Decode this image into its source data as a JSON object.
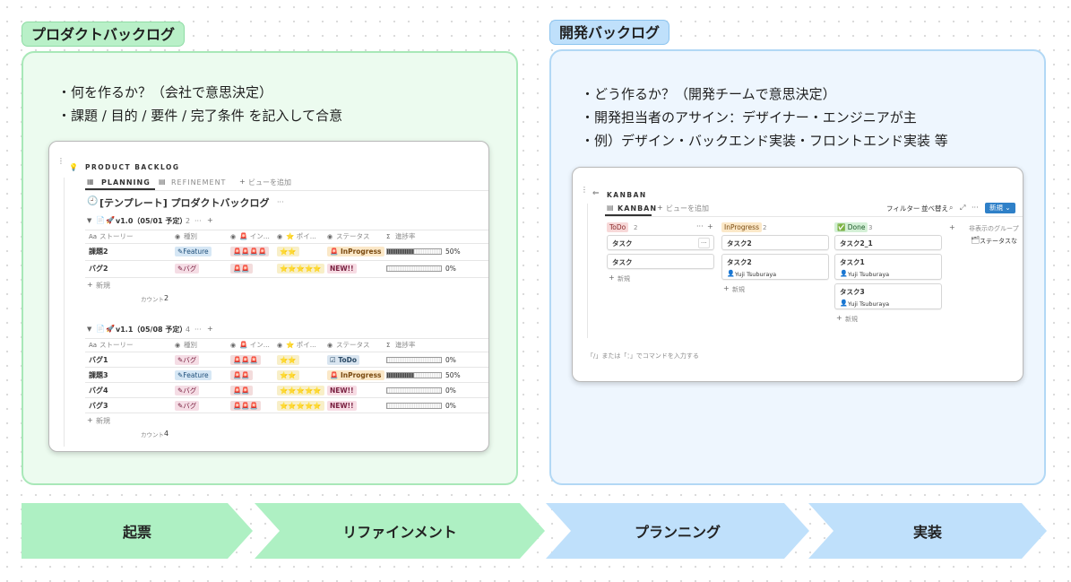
{
  "product": {
    "tag": "プロダクトバックログ",
    "bullets": [
      "何を作るか？（会社で意思決定）",
      "課題 / 目的 / 要件 / 完了条件 を記入して合意"
    ],
    "screenshot": {
      "header": "PRODUCT BACKLOG",
      "tabs": [
        "PLANNING",
        "REFINEMENT"
      ],
      "add_view": "ビューを追加",
      "title": "[テンプレート] プロダクトバックログ",
      "more": "···",
      "columns": [
        "ストーリー",
        "種別",
        "インパクト",
        "ポイント",
        "ステータス",
        "進捗率"
      ],
      "col_labels_short": [
        "ストーリー",
        "種別",
        "🚨 イン...",
        "⭐ ポイ...",
        "ステータス",
        "進捗率"
      ],
      "new_row": "新規",
      "count_label": "カウント",
      "groups": [
        {
          "name": "v1.0（05/01 予定）",
          "count": "2",
          "footer_count": "2",
          "rows": [
            {
              "story": "課題2",
              "type": "Feature",
              "impact": "🚨🚨🚨🚨",
              "point": "⭐⭐",
              "status": "InProgress",
              "progress": 50,
              "progress_text": "50%"
            },
            {
              "story": "バグ2",
              "type": "バグ",
              "impact": "🚨🚨",
              "point": "⭐⭐⭐⭐⭐",
              "status": "NEW!!",
              "progress": 0,
              "progress_text": "0%"
            }
          ]
        },
        {
          "name": "v1.1（05/08 予定）",
          "count": "4",
          "footer_count": "4",
          "rows": [
            {
              "story": "バグ1",
              "type": "バグ",
              "impact": "🚨🚨🚨",
              "point": "⭐⭐",
              "status": "ToDo",
              "progress": 0,
              "progress_text": "0%"
            },
            {
              "story": "課題3",
              "type": "Feature",
              "impact": "🚨🚨",
              "point": "⭐⭐",
              "status": "InProgress",
              "progress": 50,
              "progress_text": "50%"
            },
            {
              "story": "バグ4",
              "type": "バグ",
              "impact": "🚨🚨",
              "point": "⭐⭐⭐⭐⭐",
              "status": "NEW!!",
              "progress": 0,
              "progress_text": "0%"
            },
            {
              "story": "バグ3",
              "type": "バグ",
              "impact": "🚨🚨🚨",
              "point": "⭐⭐⭐⭐⭐",
              "status": "NEW!!",
              "progress": 0,
              "progress_text": "0%"
            }
          ]
        }
      ]
    }
  },
  "dev": {
    "tag": "開発バックログ",
    "bullets": [
      "どう作るか？（開発チームで意思決定）",
      "開発担当者のアサイン：デザイナー・エンジニアが主",
      "例）デザイン・バックエンド実装・フロントエンド実装 等"
    ],
    "screenshot": {
      "header": "KANBAN",
      "tab": "KANBAN",
      "add_view": "ビューを追加",
      "toolbar": {
        "filter": "フィルター",
        "sort": "並べ替え",
        "new": "新規"
      },
      "hidden_group_label": "非表示のグループ",
      "hidden_group_item": "ステータスな",
      "new_card": "新規",
      "command_hint": "「/」または「：」でコマンドを入力する",
      "columns": [
        {
          "name": "ToDo",
          "count": "2",
          "cards": [
            {
              "title": "タスク",
              "assignee": ""
            },
            {
              "title": "タスク",
              "assignee": ""
            }
          ]
        },
        {
          "name": "InProgress",
          "count": "2",
          "cards": [
            {
              "title": "タスク2",
              "assignee": ""
            },
            {
              "title": "タスク2",
              "assignee": "Yuji Tsuburaya"
            }
          ]
        },
        {
          "name": "Done",
          "count": "3",
          "cards": [
            {
              "title": "タスク2_1",
              "assignee": ""
            },
            {
              "title": "タスク1",
              "assignee": "Yuji Tsuburaya"
            },
            {
              "title": "タスク3",
              "assignee": "Yuji Tsuburaya"
            }
          ]
        }
      ]
    }
  },
  "flow": [
    "起票",
    "リファインメント",
    "プランニング",
    "実装"
  ],
  "colors": {
    "green_accent": "#aef0c3",
    "blue_accent": "#bfe0fb"
  }
}
